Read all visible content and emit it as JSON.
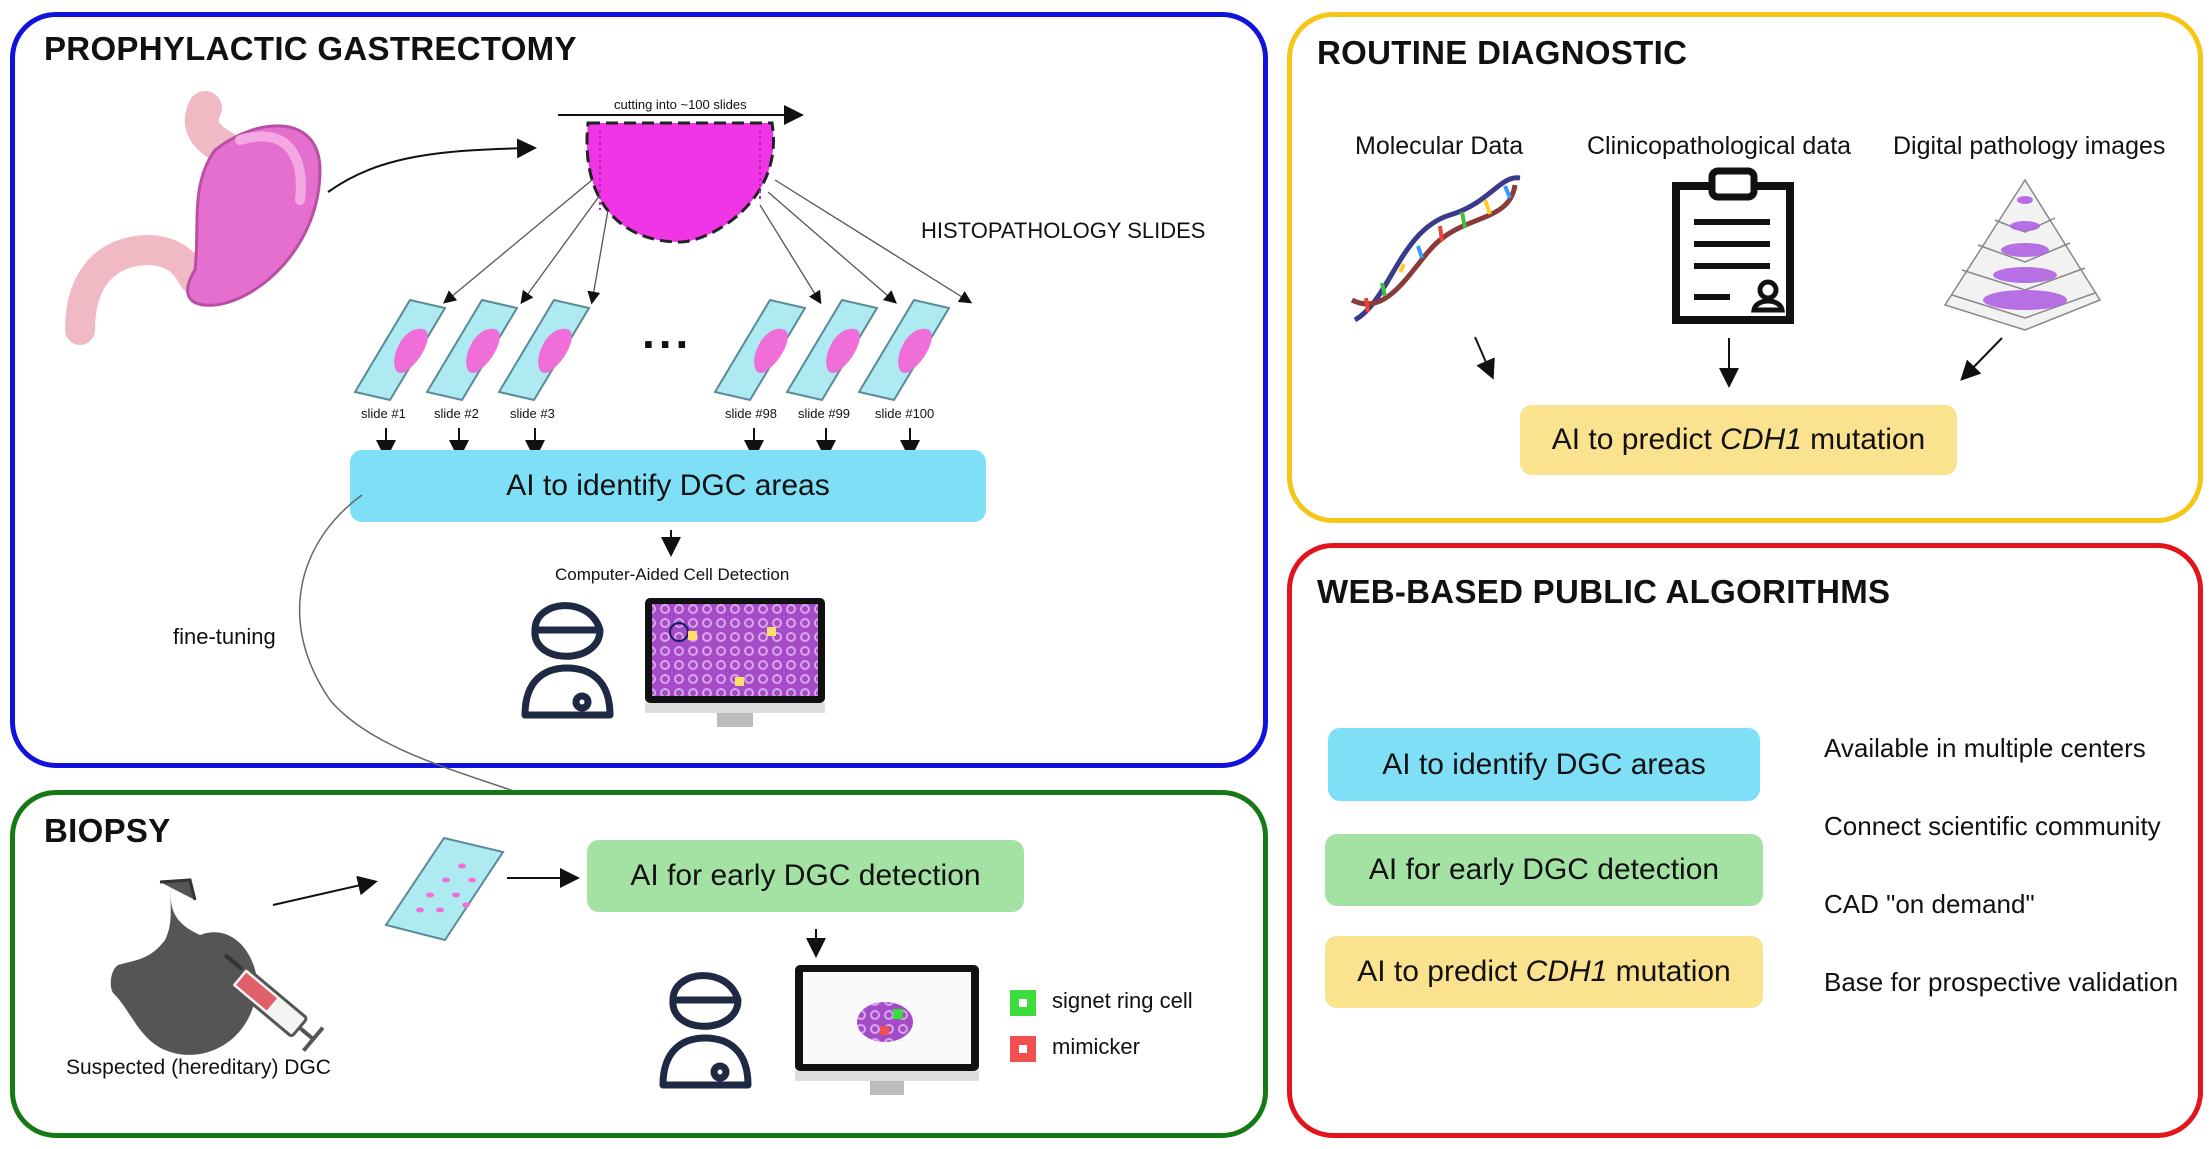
{
  "panels": {
    "prophylactic": {
      "title": "PROPHYLACTIC GASTRECTOMY",
      "cutting_label": "cutting into ~100 slides",
      "histo_label": "HISTOPATHOLOGY SLIDES",
      "ellipsis": "...",
      "slides": [
        "slide #1",
        "slide #2",
        "slide #3",
        "slide #98",
        "slide #99",
        "slide #100"
      ],
      "ai_box": "AI to identify DGC areas",
      "cad_label": "Computer-Aided Cell Detection",
      "fine_tuning": "fine-tuning"
    },
    "biopsy": {
      "title": "BIOPSY",
      "caption": "Suspected (hereditary) DGC",
      "ai_box": "AI for early DGC detection",
      "legend": [
        {
          "label": "signet ring cell",
          "color": "#3ddc3d"
        },
        {
          "label": "mimicker",
          "color": "#f05050"
        }
      ]
    },
    "routine": {
      "title": "ROUTINE DIAGNOSTIC",
      "sources": [
        "Molecular Data",
        "Clinicopathological data",
        "Digital pathology images"
      ],
      "ai_prefix": "AI to predict ",
      "ai_gene": "CDH1",
      "ai_suffix": " mutation"
    },
    "web": {
      "title": "WEB-BASED PUBLIC ALGORITHMS",
      "boxes": [
        {
          "label": "AI to identify DGC areas"
        },
        {
          "label": "AI for early DGC detection"
        },
        {
          "prefix": "AI to predict ",
          "gene": "CDH1",
          "suffix": " mutation"
        }
      ],
      "benefits": [
        "Available in multiple centers",
        "Connect scientific community",
        "CAD \"on demand\"",
        "Base for prospective validation"
      ]
    }
  },
  "colors": {
    "blue_border": "#1212dd",
    "green_border": "#157a15",
    "yellow_border": "#f5c518",
    "red_border": "#e3141b",
    "cyan_box": "#7fdff7",
    "green_box": "#a4e2a4",
    "yellow_box": "#fbe28f",
    "stomach_pink": "#e46fce",
    "tissue_magenta": "#f035e6"
  }
}
